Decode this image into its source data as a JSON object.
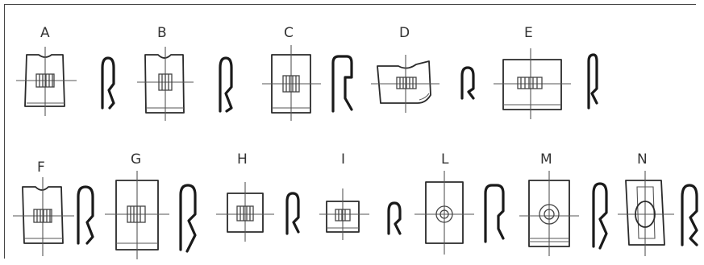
{
  "rows": [
    [
      {
        "id": "a",
        "label": "A"
      },
      {
        "id": "b",
        "label": "B"
      },
      {
        "id": "c",
        "label": "C"
      },
      {
        "id": "d",
        "label": "D"
      },
      {
        "id": "e",
        "label": "E"
      }
    ],
    [
      {
        "id": "f",
        "label": "F"
      },
      {
        "id": "g",
        "label": "G"
      },
      {
        "id": "h",
        "label": "H"
      },
      {
        "id": "i",
        "label": "I"
      },
      {
        "id": "l",
        "label": "L"
      },
      {
        "id": "m",
        "label": "M"
      },
      {
        "id": "n",
        "label": "N"
      }
    ]
  ]
}
